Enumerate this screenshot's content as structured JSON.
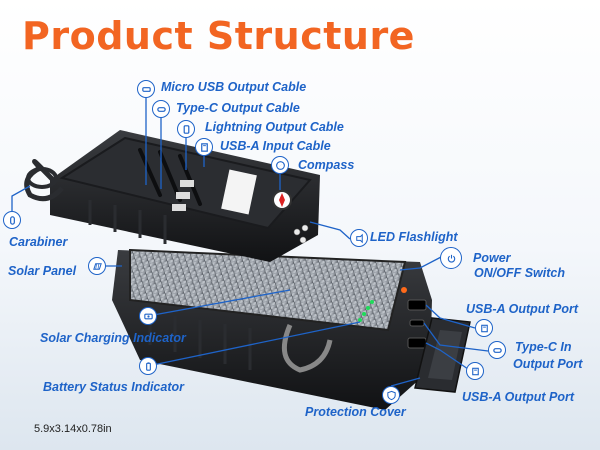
{
  "title": "Product Structure",
  "dimensions": "5.9x3.14x0.78in",
  "accent_color": "#f26522",
  "label_color": "#1e63c8",
  "callouts": {
    "micro_usb": {
      "label": "Micro USB Output Cable",
      "icon": "micro-usb-icon"
    },
    "type_c_cable": {
      "label": "Type-C Output Cable",
      "icon": "type-c-icon"
    },
    "lightning": {
      "label": "Lightning Output Cable",
      "icon": "lightning-icon"
    },
    "usb_a_input": {
      "label": "USB-A Input Cable",
      "icon": "usb-a-icon"
    },
    "compass": {
      "label": "Compass",
      "icon": "compass-icon"
    },
    "carabiner": {
      "label": "Carabiner",
      "icon": "carabiner-icon"
    },
    "led": {
      "label": "LED Flashlight",
      "icon": "flashlight-icon"
    },
    "power": {
      "label": "Power",
      "label2": "ON/OFF Switch",
      "icon": "power-icon"
    },
    "solar_panel": {
      "label": "Solar Panel",
      "icon": "solar-panel-icon"
    },
    "usb_a_out_1": {
      "label": "USB-A Output Port",
      "icon": "usb-a-port-icon"
    },
    "solar_charging": {
      "label": "Solar Charging Indicator",
      "icon": "solar-indicator-icon"
    },
    "type_c_in": {
      "label": "Type-C In",
      "label2": "Output Port",
      "icon": "type-c-port-icon"
    },
    "battery_status": {
      "label": "Battery Status Indicator",
      "icon": "battery-icon"
    },
    "usb_a_out_2": {
      "label": "USB-A Output Port",
      "icon": "usb-a-port-icon"
    },
    "protection_cover": {
      "label": "Protection Cover",
      "icon": "shield-icon"
    }
  }
}
